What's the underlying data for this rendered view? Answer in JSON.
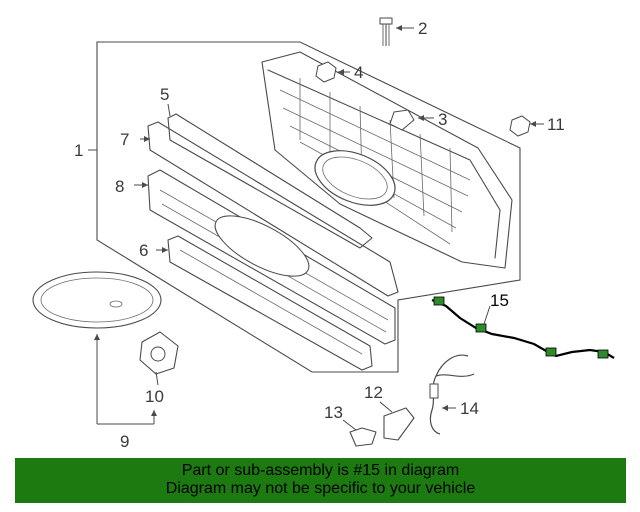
{
  "diagram": {
    "callouts": [
      "1",
      "2",
      "3",
      "4",
      "5",
      "6",
      "7",
      "8",
      "9",
      "10",
      "11",
      "12",
      "13",
      "14",
      "15"
    ],
    "highlighted_callout": "15"
  },
  "banner": {
    "line1": "Part or sub-assembly is #15 in diagram",
    "line2": "Diagram may not be specific to your vehicle"
  },
  "colors": {
    "banner_bg": "#1c7a10",
    "line_art": "#4a4a4a",
    "panel_bg": "#ffffff",
    "highlight_harness": "#000000"
  }
}
